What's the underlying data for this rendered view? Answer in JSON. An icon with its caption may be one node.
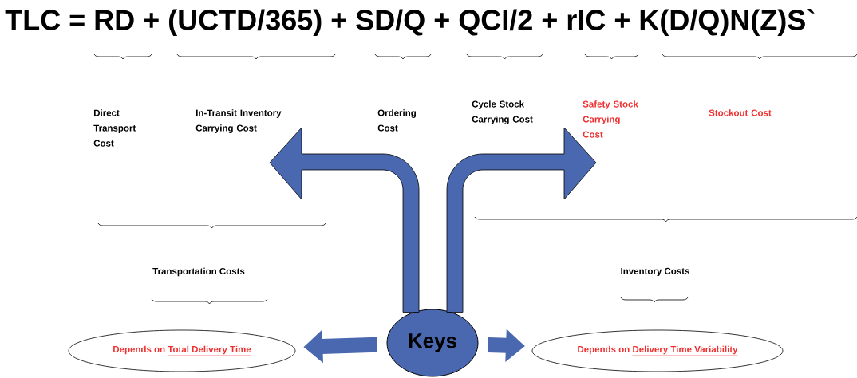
{
  "diagram": {
    "title": "TLC = RD + (UCTD/365) + SD/Q + QCI/2 + rIC + K(D/Q)N(Z)S`",
    "nodes": [
      {
        "text": [
          "Keys"
        ]
      },
      {
        "text": [
          "Depends on",
          "Total Delivery Time"
        ]
      },
      {
        "text": [
          "Depends on",
          "Delivery Time Variability"
        ]
      }
    ],
    "edges": [
      {
        "from": 0,
        "to": 1,
        "arrow": "to"
      },
      {
        "from": 0,
        "to": 2,
        "arrow": "to"
      },
      {
        "from": 0,
        "to": null,
        "arrow": "to"
      },
      {
        "from": 0,
        "to": null,
        "arrow": "to"
      }
    ],
    "labels": [
      "Direct Transport Cost",
      "In-Transit Inventory Carrying Cost",
      "Ordering Cost",
      "Cycle Stock Carrying Cost",
      "Safety Stock Carrying Cost",
      "Stockout Cost",
      "Transportation Costs",
      "Inventory Costs"
    ]
  }
}
